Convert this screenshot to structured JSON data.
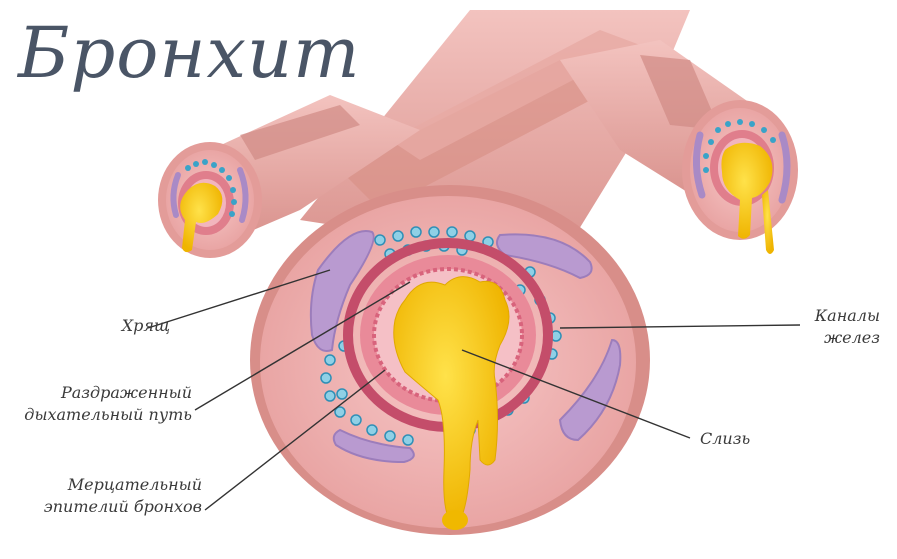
{
  "title": "Бронхит",
  "labels": {
    "wheeze": "Хрящ",
    "irritated_1": "Раздраженный",
    "irritated_2": "дыхательный путь",
    "ciliated_1": "Мерцательный",
    "ciliated_2": "эпителий бронхов",
    "glands_1": "Каналы",
    "glands_2": "желез",
    "mucus": "Слизь"
  },
  "colors": {
    "tube": "#e8a6a3",
    "tube_dark": "#c9837d",
    "band": "#d99288",
    "wall": "#f0b7b8",
    "cartilage": "#b99ad0",
    "gland": "#3aa3c8",
    "mucus": "#f5c800",
    "title": "#4a5566"
  }
}
